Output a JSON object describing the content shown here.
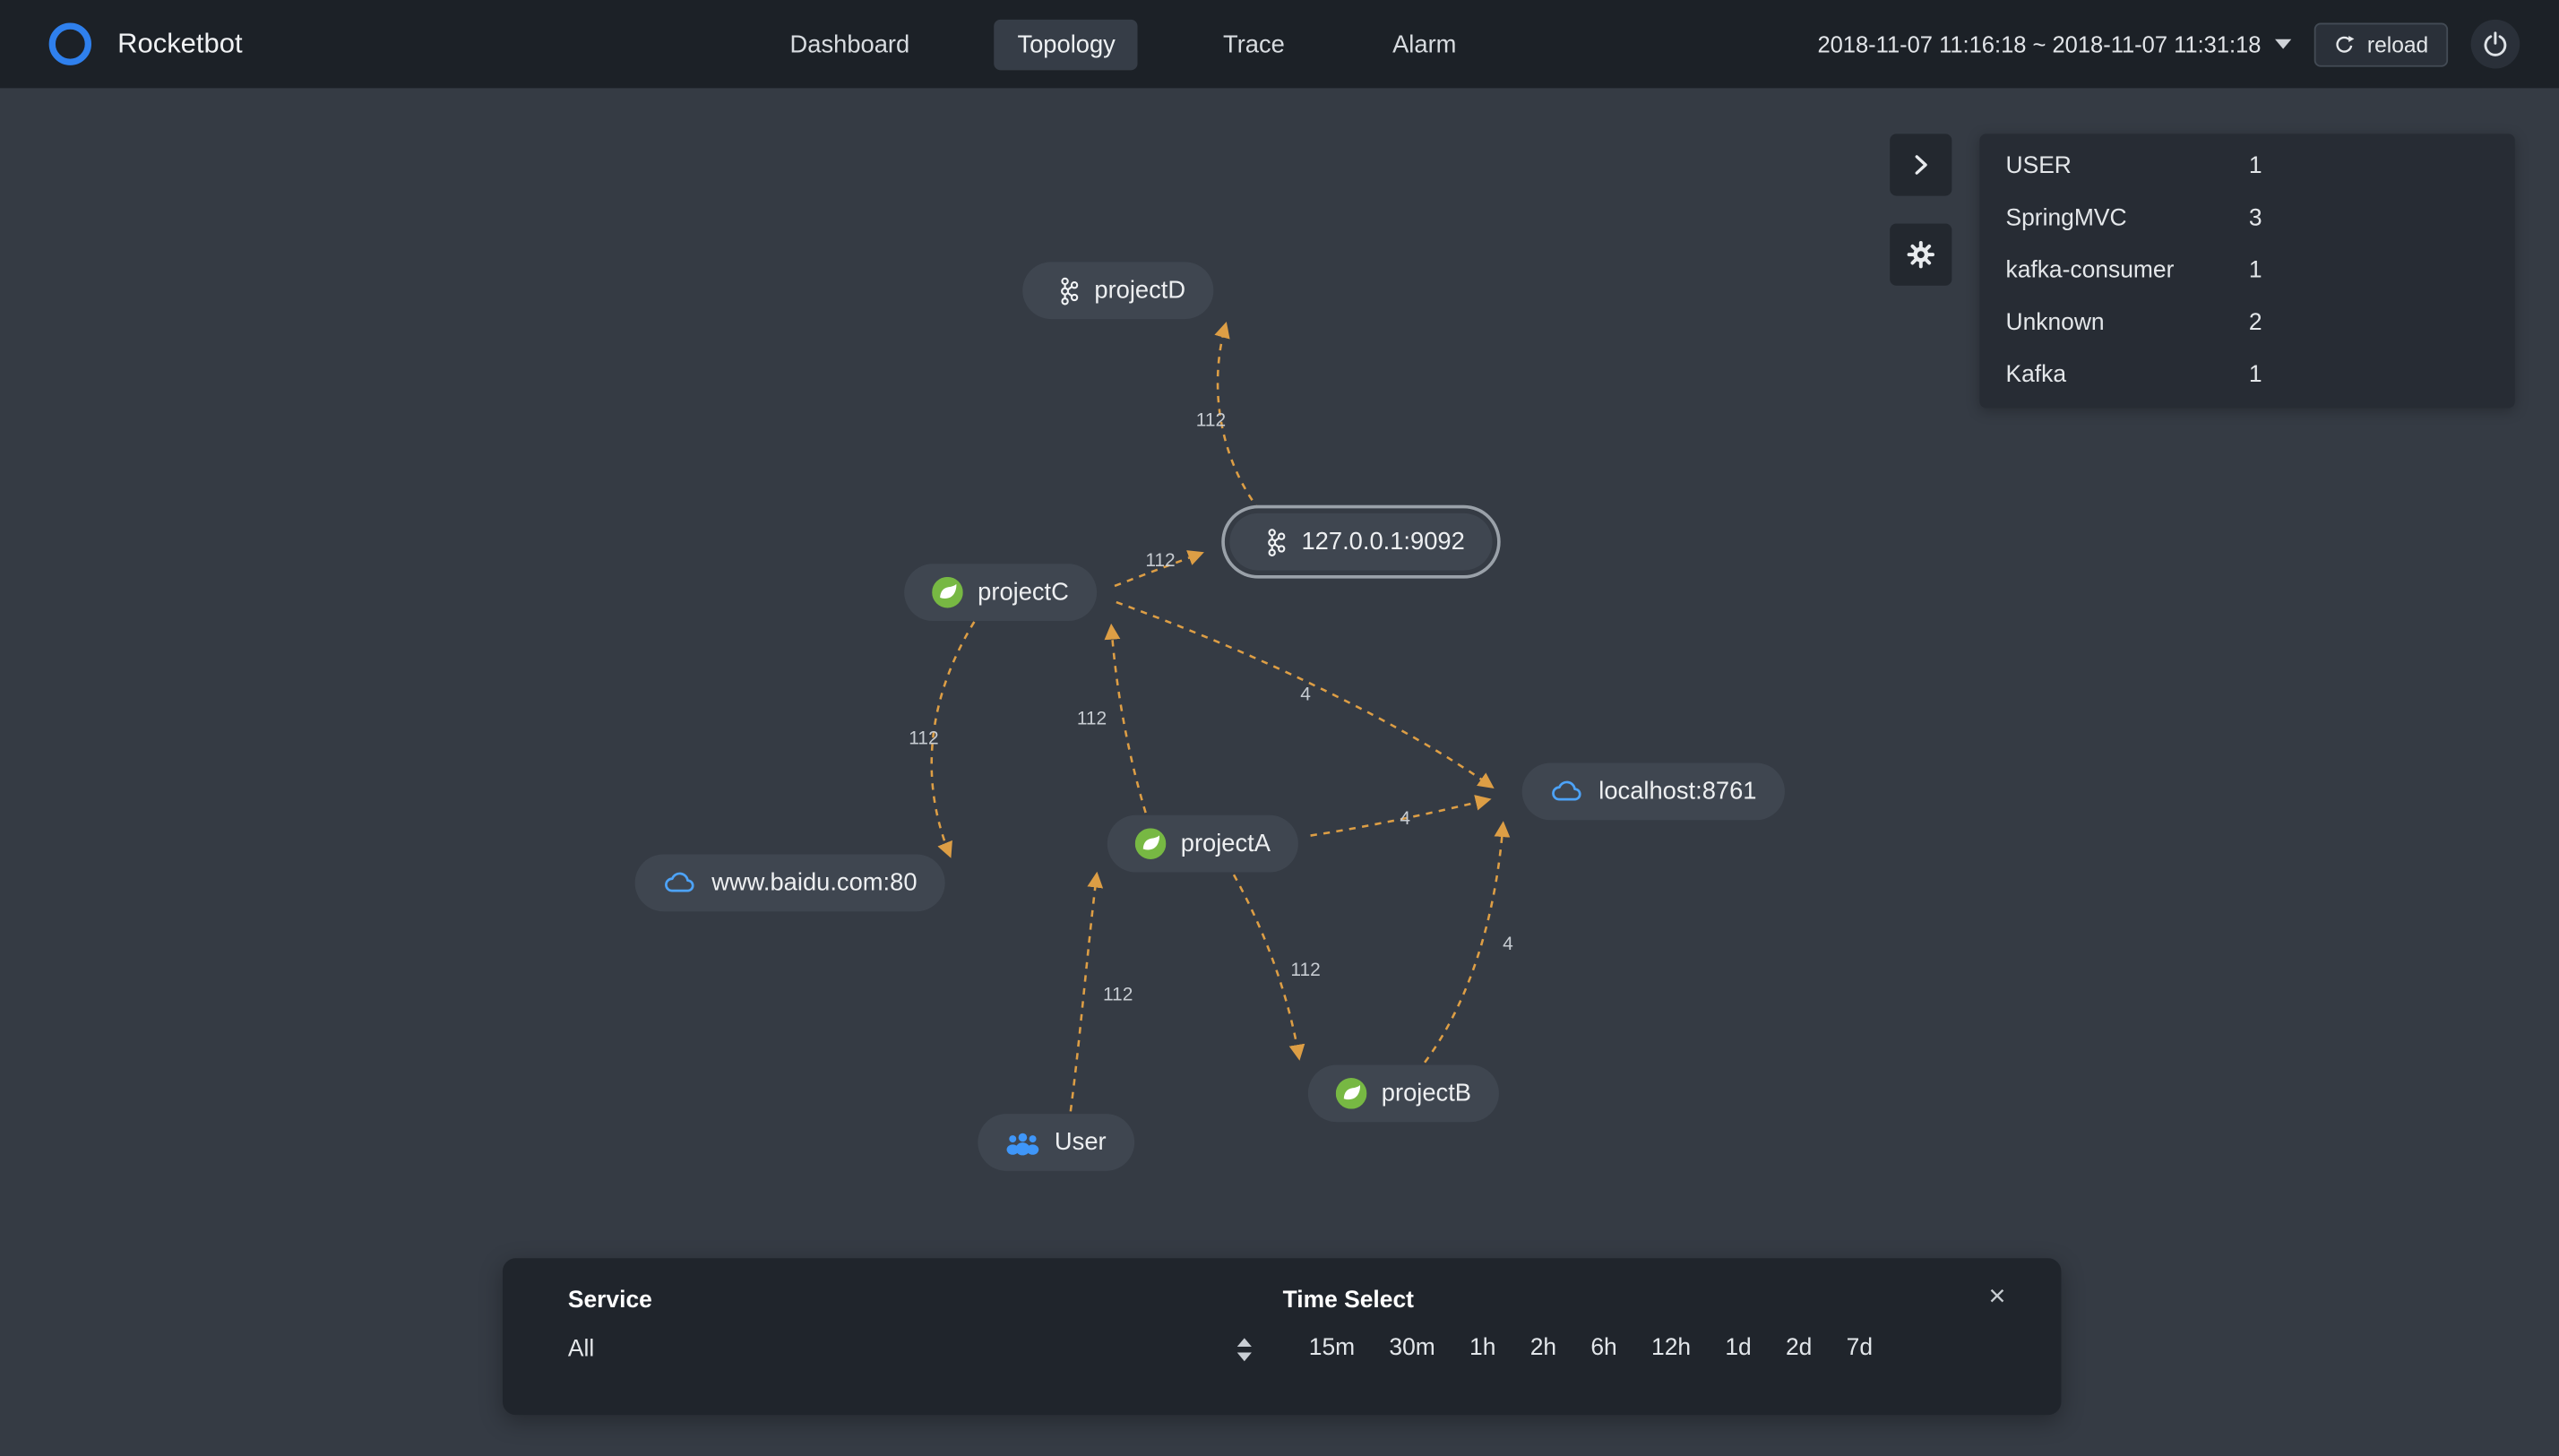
{
  "colors": {
    "accent_blue": "#2f80ed",
    "edge_amber": "#dd9e45",
    "spring_green": "#77b843",
    "cloud_blue": "#4da3f8",
    "user_blue": "#3f96f8",
    "selected_ring": "#9aa1a9"
  },
  "icons": {
    "close": "×"
  },
  "navbar": {
    "brand": "Rocketbot",
    "items": [
      {
        "label": "Dashboard",
        "active": false
      },
      {
        "label": "Topology",
        "active": true
      },
      {
        "label": "Trace",
        "active": false
      },
      {
        "label": "Alarm",
        "active": false
      }
    ],
    "time_range": "2018-11-07 11:16:18 ~ 2018-11-07 11:31:18",
    "reload_label": "reload"
  },
  "graph": {
    "nodes": [
      {
        "id": "projectD",
        "label": "projectD",
        "type": "kafka-consumer"
      },
      {
        "id": "kafka-broker",
        "label": "127.0.0.1:9092",
        "type": "kafka",
        "selected": true
      },
      {
        "id": "projectC",
        "label": "projectC",
        "type": "springmvc"
      },
      {
        "id": "projectA",
        "label": "projectA",
        "type": "springmvc"
      },
      {
        "id": "projectB",
        "label": "projectB",
        "type": "springmvc"
      },
      {
        "id": "eureka",
        "label": "localhost:8761",
        "type": "unknown-cloud"
      },
      {
        "id": "baidu",
        "label": "www.baidu.com:80",
        "type": "unknown-cloud"
      },
      {
        "id": "user",
        "label": "User",
        "type": "user"
      }
    ],
    "edges": [
      {
        "from": "127.0.0.1:9092",
        "to": "projectD",
        "label": "112"
      },
      {
        "from": "projectC",
        "to": "127.0.0.1:9092",
        "label": "112"
      },
      {
        "from": "projectC",
        "to": "www.baidu.com:80",
        "label": "112"
      },
      {
        "from": "projectA",
        "to": "projectC",
        "label": "112"
      },
      {
        "from": "User",
        "to": "projectA",
        "label": "112"
      },
      {
        "from": "projectA",
        "to": "projectB",
        "label": "112"
      },
      {
        "from": "projectC",
        "to": "localhost:8761",
        "label": "4"
      },
      {
        "from": "projectA",
        "to": "localhost:8761",
        "label": "4"
      },
      {
        "from": "projectB",
        "to": "localhost:8761",
        "label": "4"
      }
    ]
  },
  "side_panel": {
    "rows": [
      {
        "label": "USER",
        "value": "1"
      },
      {
        "label": "SpringMVC",
        "value": "3"
      },
      {
        "label": "kafka-consumer",
        "value": "1"
      },
      {
        "label": "Unknown",
        "value": "2"
      },
      {
        "label": "Kafka",
        "value": "1"
      }
    ]
  },
  "bottom_panel": {
    "service_label": "Service",
    "service_value": "All",
    "time_select_label": "Time Select",
    "options": [
      "15m",
      "30m",
      "1h",
      "2h",
      "6h",
      "12h",
      "1d",
      "2d",
      "7d"
    ]
  }
}
